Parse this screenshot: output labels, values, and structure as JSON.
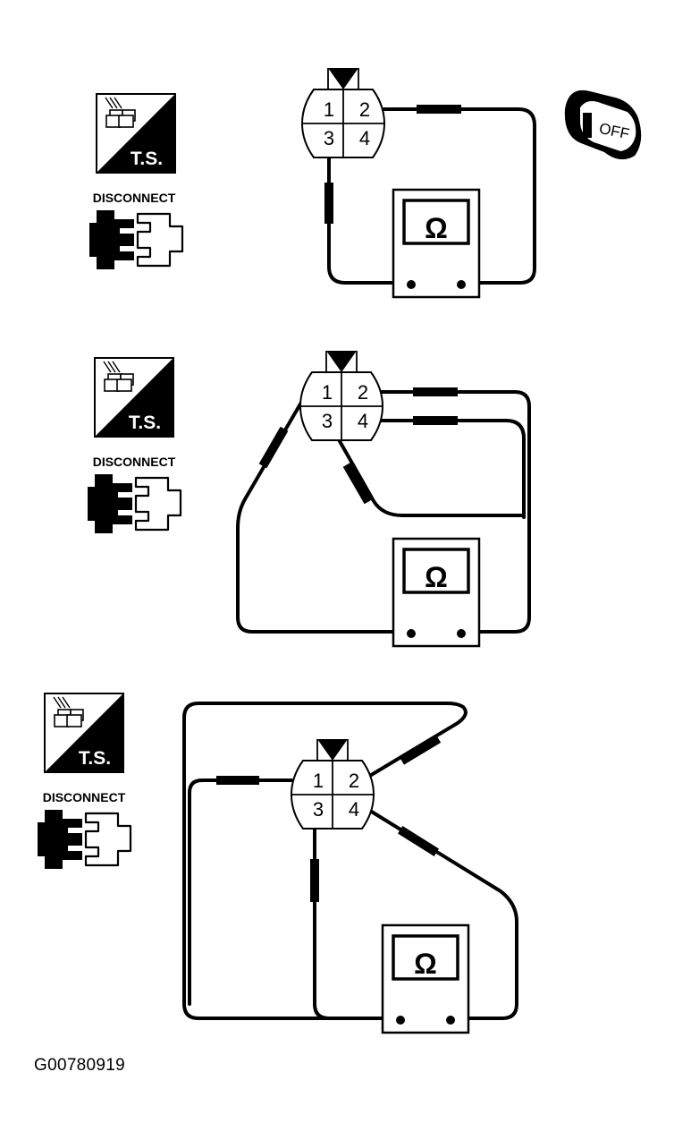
{
  "panels": [
    {
      "ts_label": "T.S.",
      "disconnect_label": "DISCONNECT",
      "pins": [
        "1",
        "2",
        "3",
        "4"
      ],
      "meter_symbol": "Ω",
      "key_label": "OFF"
    },
    {
      "ts_label": "T.S.",
      "disconnect_label": "DISCONNECT",
      "pins": [
        "1",
        "2",
        "3",
        "4"
      ],
      "meter_symbol": "Ω"
    },
    {
      "ts_label": "T.S.",
      "disconnect_label": "DISCONNECT",
      "pins": [
        "1",
        "2",
        "3",
        "4"
      ],
      "meter_symbol": "Ω"
    }
  ],
  "figure_id": "G00780919",
  "colors": {
    "ink": "#000000",
    "paper": "#ffffff"
  }
}
